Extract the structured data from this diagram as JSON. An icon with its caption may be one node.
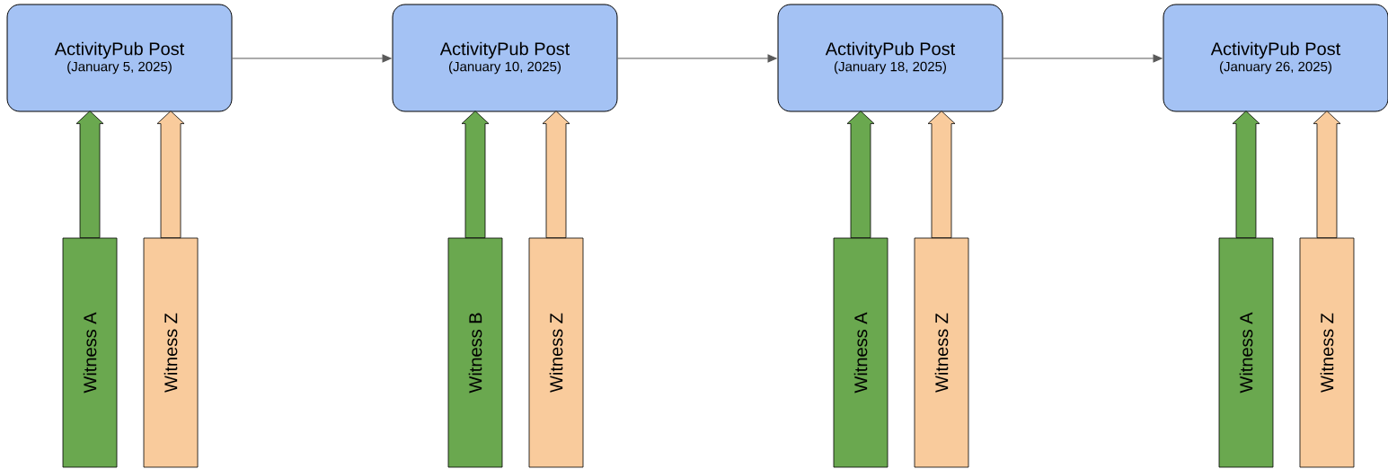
{
  "diagram": {
    "nodes": [
      {
        "text": [
          "ActivityPub Post",
          "(January 5, 2025)"
        ]
      },
      {
        "text": [
          "ActivityPub Post",
          "(January 10, 2025)"
        ]
      },
      {
        "text": [
          "ActivityPub Post",
          "(January 18, 2025)"
        ]
      },
      {
        "text": [
          "ActivityPub Post",
          "(January 26, 2025)"
        ]
      },
      {
        "text": [
          "Witness A"
        ]
      },
      {
        "text": [
          "Witness Z"
        ]
      },
      {
        "text": [
          "Witness B"
        ]
      },
      {
        "text": [
          "Witness Z"
        ]
      },
      {
        "text": [
          "Witness A"
        ]
      },
      {
        "text": [
          "Witness Z"
        ]
      },
      {
        "text": [
          "Witness A"
        ]
      },
      {
        "text": [
          "Witness Z"
        ]
      }
    ],
    "edges": [
      {
        "from": 0,
        "to": 1,
        "arrow": "to",
        "color": "#595959"
      },
      {
        "from": 1,
        "to": 2,
        "arrow": "to",
        "color": "#595959"
      },
      {
        "from": 2,
        "to": 3,
        "arrow": "to",
        "color": "#595959"
      },
      {
        "from": 4,
        "to": 0,
        "arrow": "to",
        "style": "thick",
        "color": "#6aa84f"
      },
      {
        "from": 5,
        "to": 0,
        "arrow": "to",
        "style": "thick",
        "color": "#f9cb9c"
      },
      {
        "from": 6,
        "to": 1,
        "arrow": "to",
        "style": "thick",
        "color": "#6aa84f"
      },
      {
        "from": 7,
        "to": 1,
        "arrow": "to",
        "style": "thick",
        "color": "#f9cb9c"
      },
      {
        "from": 8,
        "to": 2,
        "arrow": "to",
        "style": "thick",
        "color": "#6aa84f"
      },
      {
        "from": 9,
        "to": 2,
        "arrow": "to",
        "style": "thick",
        "color": "#f9cb9c"
      },
      {
        "from": 10,
        "to": 3,
        "arrow": "to",
        "style": "thick",
        "color": "#6aa84f"
      },
      {
        "from": 11,
        "to": 3,
        "arrow": "to",
        "style": "thick",
        "color": "#f9cb9c"
      }
    ]
  }
}
